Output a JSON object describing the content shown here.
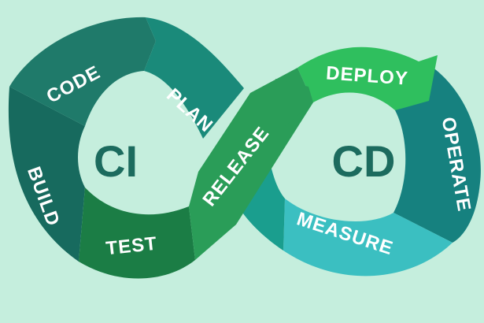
{
  "diagram": {
    "hubs": {
      "left": "CI",
      "right": "CD"
    },
    "stages": {
      "code": "CODE",
      "plan": "PLAN",
      "build": "BUILD",
      "test": "TEST",
      "release": "RELEASE",
      "deploy": "DEPLOY",
      "operate": "OPERATE",
      "measure": "MEASURE"
    },
    "colors": {
      "background": "#c5eedd",
      "hub": "#c5eedd",
      "hub_text": "#1c6b5e",
      "code": "#1f7a6a",
      "plan": "#1a8a7a",
      "build": "#176a5e",
      "test": "#1b7d45",
      "release": "#2a9d58",
      "deploy": "#2fbf5e",
      "operate": "#16817f",
      "measure": "#3bbfc1"
    }
  }
}
